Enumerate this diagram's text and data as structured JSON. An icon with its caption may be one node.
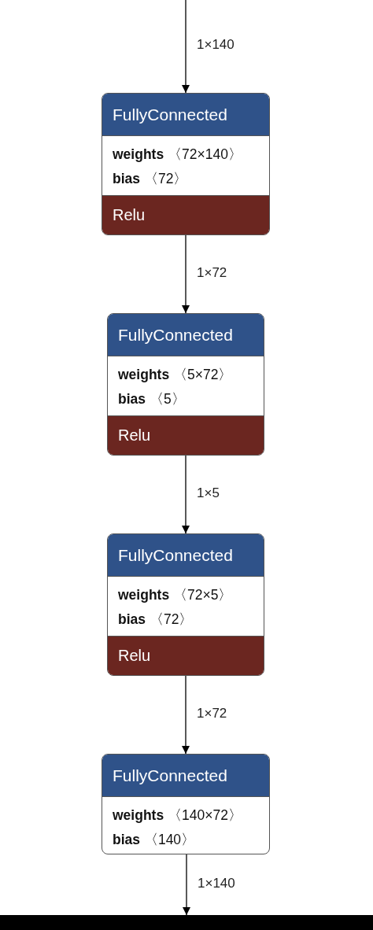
{
  "diagram": {
    "nodes": [
      {
        "text": [
          "FullyConnected",
          "**weights** 〈72×140〉",
          "**bias** 〈72〉",
          "Relu"
        ]
      },
      {
        "text": [
          "FullyConnected",
          "**weights** 〈5×72〉",
          "**bias** 〈5〉",
          "Relu"
        ]
      },
      {
        "text": [
          "FullyConnected",
          "**weights** 〈72×5〉",
          "**bias** 〈72〉",
          "Relu"
        ]
      },
      {
        "text": [
          "FullyConnected",
          "**weights** 〈140×72〉",
          "**bias** 〈140〉"
        ]
      },
      {
        "text": [],
        "shape": "bar"
      }
    ],
    "edges": [
      {
        "from": null,
        "to": 0,
        "arrow": "to",
        "label": "1×140"
      },
      {
        "from": 0,
        "to": 1,
        "arrow": "to",
        "label": "1×72"
      },
      {
        "from": 1,
        "to": 2,
        "arrow": "to",
        "label": "1×5"
      },
      {
        "from": 2,
        "to": 3,
        "arrow": "to",
        "label": "1×72"
      },
      {
        "from": 3,
        "to": 4,
        "arrow": "to",
        "label": "1×140"
      }
    ]
  }
}
